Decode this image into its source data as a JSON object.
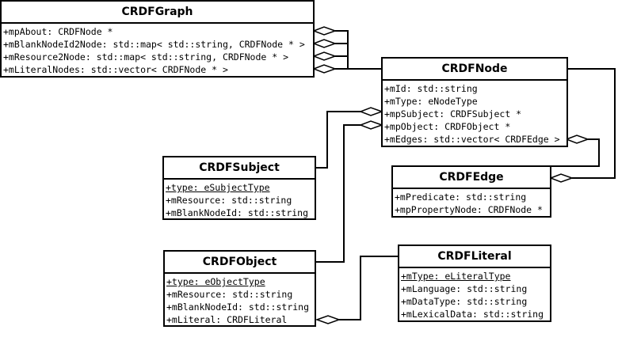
{
  "classes": {
    "graph": {
      "name": "CRDFGraph",
      "attributes": [
        "+mpAbout: CRDFNode *",
        "+mBlankNodeId2Node: std::map< std::string, CRDFNode * >",
        "+mResource2Node: std::map< std::string, CRDFNode * >",
        "+mLiteralNodes: std::vector< CRDFNode * >"
      ]
    },
    "node": {
      "name": "CRDFNode",
      "attributes": [
        "+mId: std::string",
        "+mType: eNodeType",
        "+mpSubject: CRDFSubject *",
        "+mpObject: CRDFObject *",
        "+mEdges: std::vector< CRDFEdge >"
      ]
    },
    "subject": {
      "name": "CRDFSubject",
      "attributes": [
        "+type: eSubjectType",
        "+mResource: std::string",
        "+mBlankNodeId: std::string"
      ]
    },
    "edge": {
      "name": "CRDFEdge",
      "attributes": [
        "+mPredicate: std::string",
        "+mpPropertyNode: CRDFNode *"
      ]
    },
    "object": {
      "name": "CRDFObject",
      "attributes": [
        "+type: eObjectType",
        "+mResource: std::string",
        "+mBlankNodeId: std::string",
        "+mLiteral: CRDFLiteral"
      ]
    },
    "literal": {
      "name": "CRDFLiteral",
      "attributes": [
        "+mType: eLiteralType",
        "+mLanguage: std::string",
        "+mDataType: std::string",
        "+mLexicalData: std::string"
      ]
    }
  }
}
